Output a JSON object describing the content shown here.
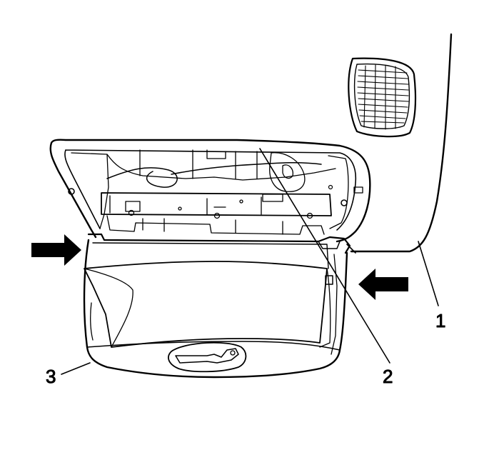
{
  "diagram": {
    "callouts": [
      {
        "id": "1",
        "label": "1"
      },
      {
        "id": "2",
        "label": "2"
      },
      {
        "id": "3",
        "label": "3"
      }
    ],
    "arrows": [
      {
        "id": "left-arrow",
        "direction": "right"
      },
      {
        "id": "right-arrow",
        "direction": "left"
      }
    ],
    "colors": {
      "line": "#000000",
      "background": "#ffffff"
    }
  }
}
